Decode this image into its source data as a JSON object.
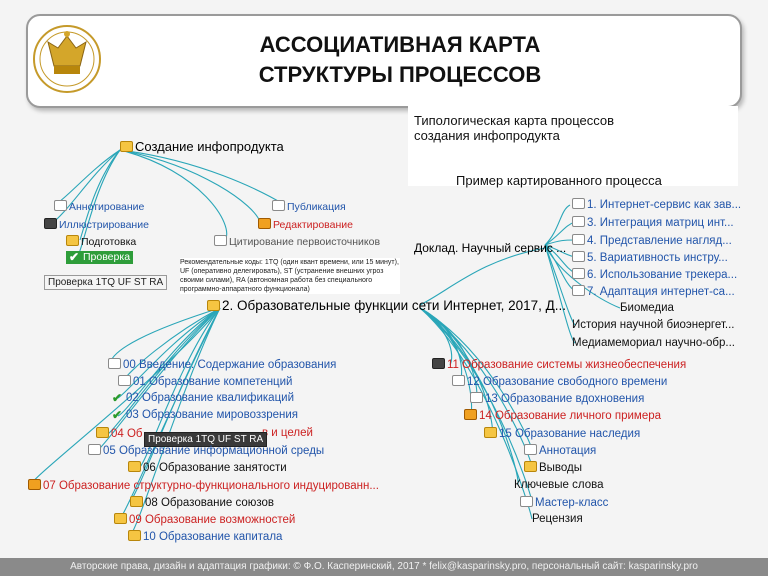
{
  "title_line1": "АССОЦИАТИВНАЯ КАРТА",
  "title_line2": "СТРУКТУРЫ ПРОЦЕССОВ",
  "caption_typology_line1": "Типологическая карта процессов",
  "caption_typology_line2": "создания инфопродукта",
  "caption_example": "Пример картированного процесса",
  "top_map": {
    "root": {
      "label": "Создание инфопродукта",
      "icon": "folder-icon"
    },
    "left_nodes": [
      {
        "label": "Аннотирование",
        "icon": "doc-icon",
        "color": "#2255aa"
      },
      {
        "label": "Иллюстрирование",
        "icon": "film-icon",
        "color": "#2255aa"
      },
      {
        "label": "Подготовка",
        "icon": "folder-icon",
        "color": "#111111"
      },
      {
        "label": "Проверка",
        "icon": "check-icon",
        "color": "#ffffff"
      }
    ],
    "right_nodes": [
      {
        "label": "Публикация",
        "icon": "doc-icon",
        "color": "#2255aa"
      },
      {
        "label": "Редактирование",
        "icon": "pencil-icon",
        "color": "#cc2222"
      },
      {
        "label": "Цитирование первоисточников",
        "icon": "doc-icon",
        "color": "#555555"
      }
    ],
    "tag_left": "Проверка 1TQ UF ST RA",
    "note": "Рекомендательные коды: 1TQ (один квант времени, или 15 минут), UF (оперативно делегировать), ST (устранение внешних угроз своими силами), RA (автономная работа без специального программно-аппаратного функционала)"
  },
  "right_list": {
    "anchor": "Доклад. Научный сервис ...",
    "items": [
      {
        "label": "1. Интернет-сервис как зав...",
        "color": "#2255aa"
      },
      {
        "label": "3. Интеграция матриц инт...",
        "color": "#2255aa"
      },
      {
        "label": "4. Представление нагляд...",
        "color": "#2255aa"
      },
      {
        "label": "5. Вариативность инстру...",
        "color": "#2255aa"
      },
      {
        "label": "6. Использование трекера...",
        "color": "#2255aa"
      },
      {
        "label": "7. Адаптация интернет-са...",
        "color": "#2255aa"
      },
      {
        "label": "Биомедиа",
        "color": "#111111"
      },
      {
        "label": "История научной биоэнергет...",
        "color": "#111111"
      },
      {
        "label": "Медиамемориал научно-обр...",
        "color": "#111111"
      }
    ]
  },
  "central_node": "2. Образовательные функции сети Интернет, 2017, Д...",
  "left_branch": [
    {
      "label": "00 Введение. Содержание образования",
      "icon": "doc-icon",
      "color": "#2255aa"
    },
    {
      "label": "01 Образование компетенций",
      "icon": "doc-icon",
      "color": "#2255aa"
    },
    {
      "label": "02 Образование квалификаций",
      "icon": "check-icon",
      "color": "#2255aa"
    },
    {
      "label": "03 Образование мировоззрения",
      "icon": "check-icon",
      "color": "#2255aa"
    },
    {
      "label": "04 Об",
      "icon": "folder-icon",
      "color": "#cc2222"
    },
    {
      "label": "05 Образование информационной среды",
      "icon": "doc-icon",
      "color": "#2255aa"
    },
    {
      "label": "06 Образование занятости",
      "icon": "folder-icon",
      "color": "#111111"
    },
    {
      "label": "07 Образование структурно-функционального индуцированн...",
      "icon": "pencil-icon",
      "color": "#cc2222"
    },
    {
      "label": "08 Образование союзов",
      "icon": "folder-icon",
      "color": "#111111"
    },
    {
      "label": "09 Образование возможностей",
      "icon": "folder-icon",
      "color": "#cc2222"
    },
    {
      "label": "10 Образование капитала",
      "icon": "folder-icon",
      "color": "#2255aa"
    }
  ],
  "left_branch_tail": "в и целей",
  "tag_middle": "Проверка 1TQ UF ST RA",
  "right_branch": [
    {
      "label": "11 Образование системы жизнеобеспечения",
      "icon": "film-icon",
      "color": "#cc2222"
    },
    {
      "label": "12 Образование свободного времени",
      "icon": "doc-icon",
      "color": "#2255aa"
    },
    {
      "label": "13 Образование вдохновения",
      "icon": "doc-icon",
      "color": "#2255aa"
    },
    {
      "label": "14 Образование личного примера",
      "icon": "pencil-icon",
      "color": "#cc2222"
    },
    {
      "label": "15 Образование наследия",
      "icon": "folder-icon",
      "color": "#2255aa"
    },
    {
      "label": "Аннотация",
      "icon": "doc-icon",
      "color": "#2255aa"
    },
    {
      "label": "Выводы",
      "icon": "folder-icon",
      "color": "#111111"
    },
    {
      "label": "Ключевые слова",
      "icon": "none",
      "color": "#111111"
    },
    {
      "label": "Мастер-класс",
      "icon": "doc-icon",
      "color": "#2255aa"
    },
    {
      "label": "Рецензия",
      "icon": "none",
      "color": "#111111"
    }
  ],
  "footer": "Авторские права, дизайн и адаптация графики: © Ф.О. Касперинский, 2017 * felix@kasparinsky.pro, персональный сайт: kasparinsky.pro"
}
